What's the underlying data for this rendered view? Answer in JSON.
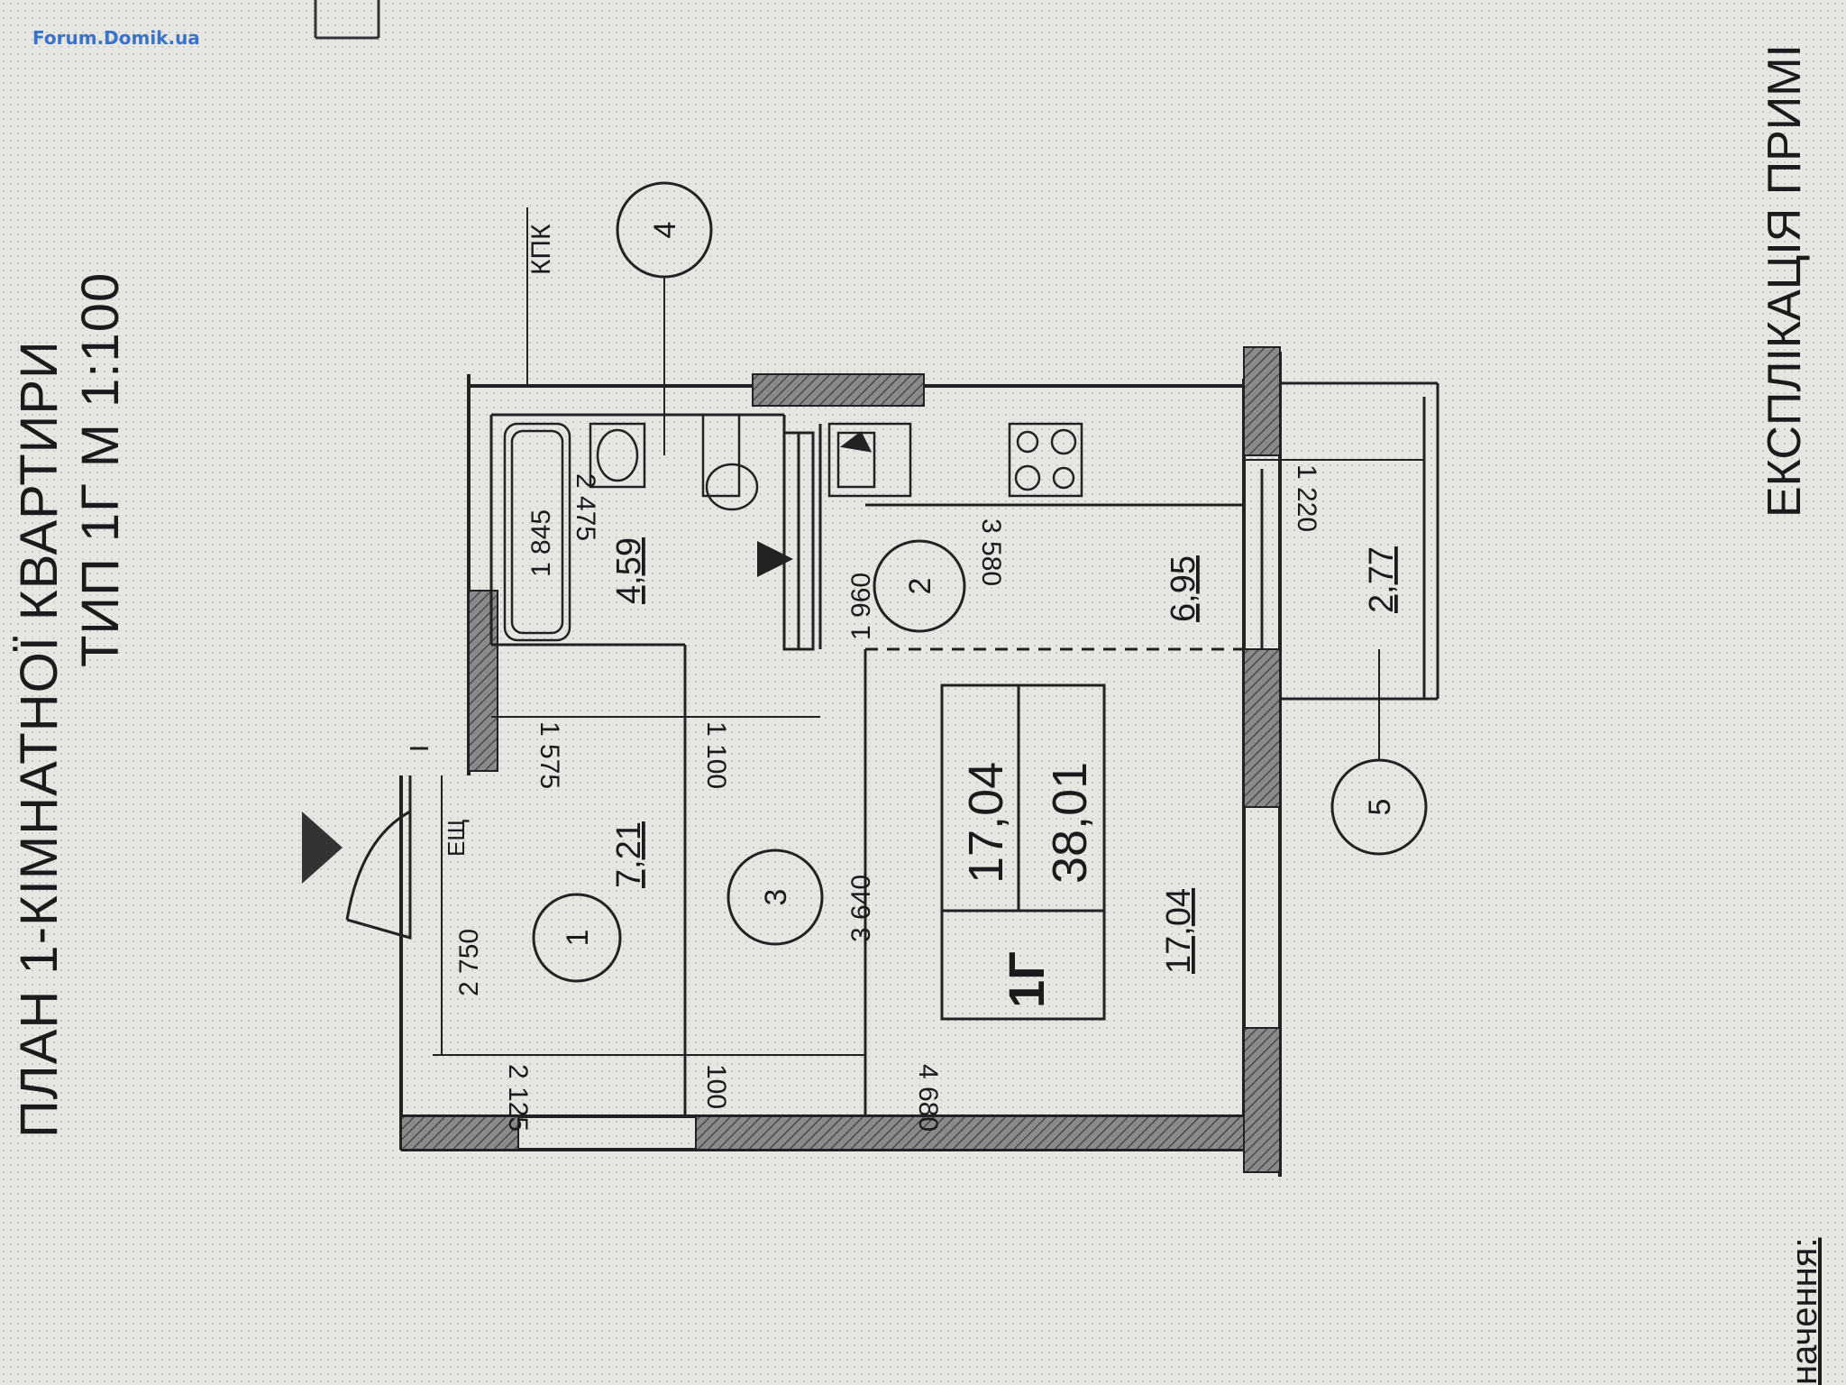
{
  "watermark": "Forum.Domik.ua",
  "plan_title": "ПЛАН 1-КІМНАТНОЇ КВАРТИРИ",
  "plan_type": "ТИП 1Г   М 1:100",
  "explication_title": "ЕКСПЛІКАЦІЯ ПРИМІ",
  "legend_note": "начення:",
  "kpk_label": "КПК",
  "eshch_label": "ЕЩ",
  "rooms": [
    {
      "number": "1",
      "area": "7,21"
    },
    {
      "number": "2",
      "area": "6,95"
    },
    {
      "number": "3",
      "area": "17,04"
    },
    {
      "number": "4",
      "area": "4,59"
    },
    {
      "number": "5",
      "area": "2,77"
    }
  ],
  "summary_box": {
    "type": "1Г",
    "living_area": "17,04",
    "total_area": "38,01"
  },
  "dimensions": {
    "d_2750": "2 750",
    "d_2125": "2 125",
    "d_100_bottom": "100",
    "d_4680": "4 680",
    "d_1575": "1 575",
    "d_1100": "1 100",
    "d_3640": "3 640",
    "d_1845": "1 845",
    "d_2475": "2 475",
    "d_1960": "1 960",
    "d_3580": "3 580",
    "d_1220": "1 220"
  },
  "colors": {
    "paper": "#e6e6e3",
    "ink": "#1b1b1b",
    "watermark": "#3a73c7"
  }
}
